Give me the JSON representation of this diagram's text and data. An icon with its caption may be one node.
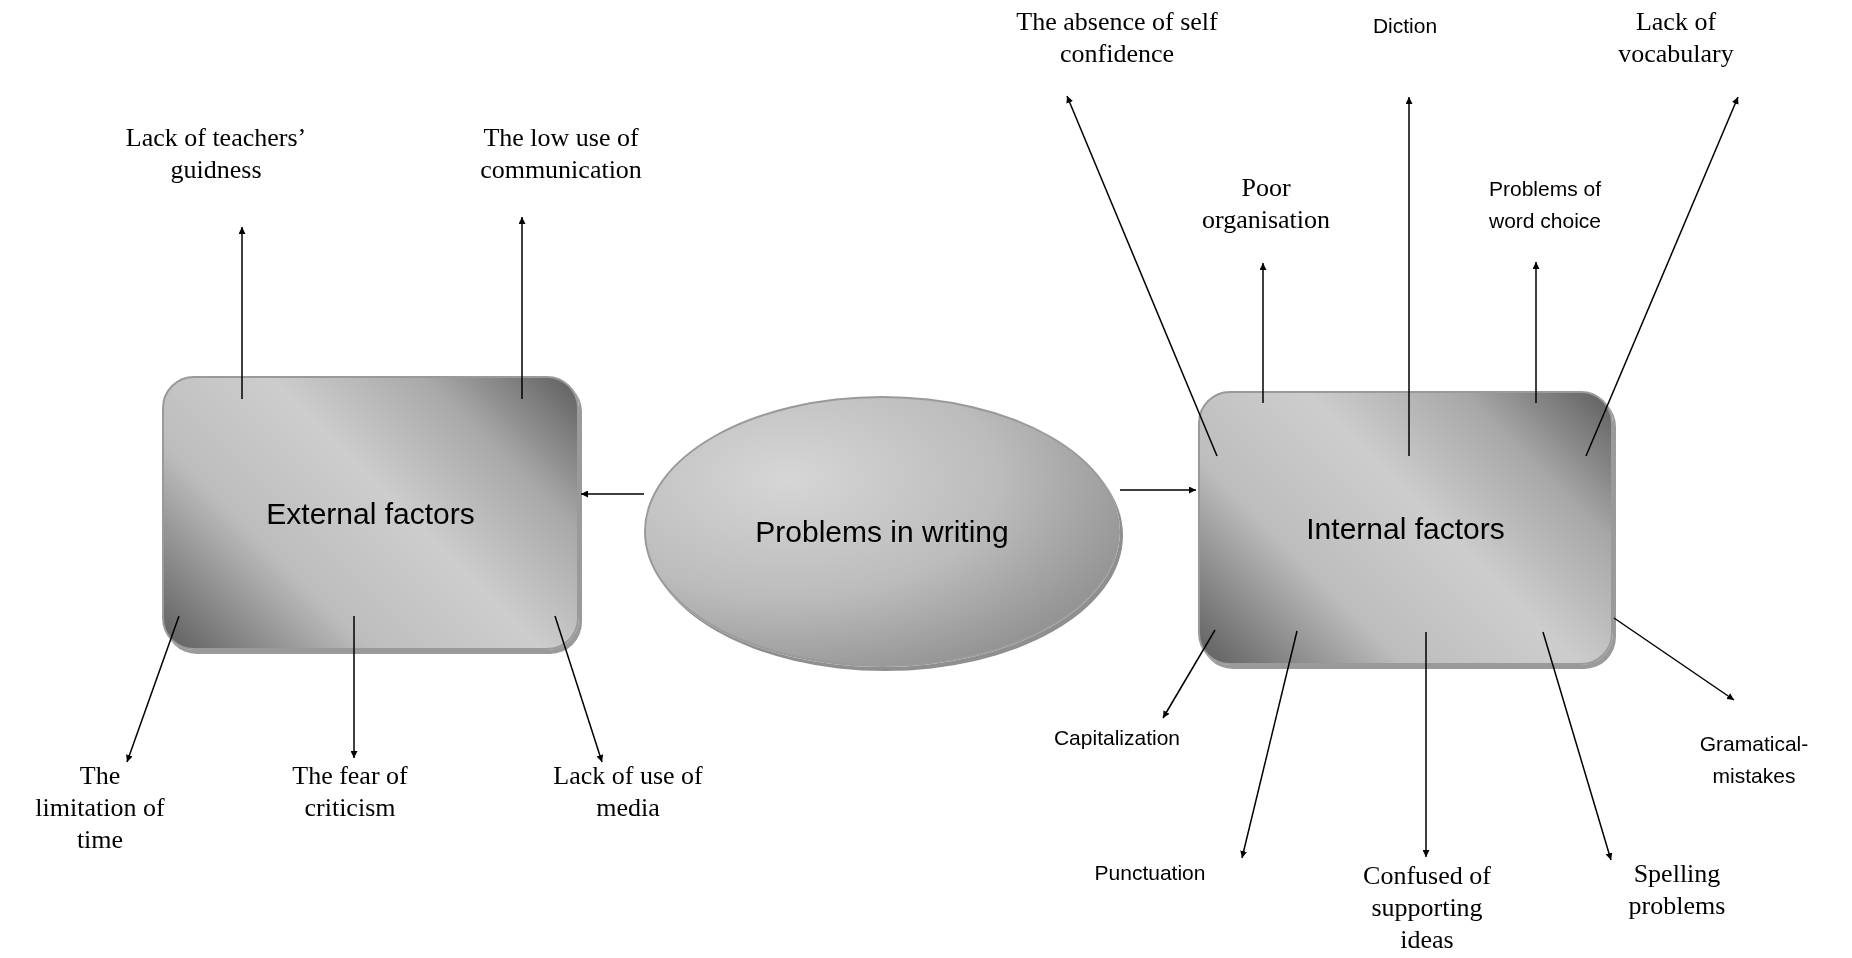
{
  "diagram": {
    "nodes": [
      {
        "text": [
          "Problems in writing"
        ]
      },
      {
        "text": [
          "External factors"
        ]
      },
      {
        "text": [
          "Internal factors"
        ]
      },
      {
        "text": [
          "Lack of teachers’ guidness"
        ]
      },
      {
        "text": [
          "The low use of communication"
        ]
      },
      {
        "text": [
          "The limitation of time"
        ]
      },
      {
        "text": [
          "The fear of criticism"
        ]
      },
      {
        "text": [
          "Lack of use of media"
        ]
      },
      {
        "text": [
          "The absence of self confidence"
        ]
      },
      {
        "text": [
          "Diction"
        ]
      },
      {
        "text": [
          "Lack of vocabulary"
        ]
      },
      {
        "text": [
          "Poor organisation"
        ]
      },
      {
        "text": [
          "Problems of word choice"
        ]
      },
      {
        "text": [
          "Capitalization"
        ]
      },
      {
        "text": [
          "Punctuation"
        ]
      },
      {
        "text": [
          "Confused of supporting ideas"
        ]
      },
      {
        "text": [
          "Spelling problems"
        ]
      },
      {
        "text": [
          "Gramatical-mistakes"
        ]
      }
    ],
    "edges": [
      {
        "from": 0,
        "to": 1,
        "arrow": "to"
      },
      {
        "from": 0,
        "to": 2,
        "arrow": "to"
      },
      {
        "from": 1,
        "to": 3,
        "arrow": "to"
      },
      {
        "from": 1,
        "to": 4,
        "arrow": "to"
      },
      {
        "from": 1,
        "to": 5,
        "arrow": "to"
      },
      {
        "from": 1,
        "to": 6,
        "arrow": "to"
      },
      {
        "from": 1,
        "to": 7,
        "arrow": "to"
      },
      {
        "from": 2,
        "to": 8,
        "arrow": "to"
      },
      {
        "from": 2,
        "to": 9,
        "arrow": "to"
      },
      {
        "from": 2,
        "to": 10,
        "arrow": "to"
      },
      {
        "from": 2,
        "to": 11,
        "arrow": "to"
      },
      {
        "from": 2,
        "to": 12,
        "arrow": "to"
      },
      {
        "from": 2,
        "to": 13,
        "arrow": "to"
      },
      {
        "from": 2,
        "to": 14,
        "arrow": "to"
      },
      {
        "from": 2,
        "to": 15,
        "arrow": "to"
      },
      {
        "from": 2,
        "to": 16,
        "arrow": "to"
      },
      {
        "from": 2,
        "to": 17,
        "arrow": "to"
      }
    ]
  }
}
